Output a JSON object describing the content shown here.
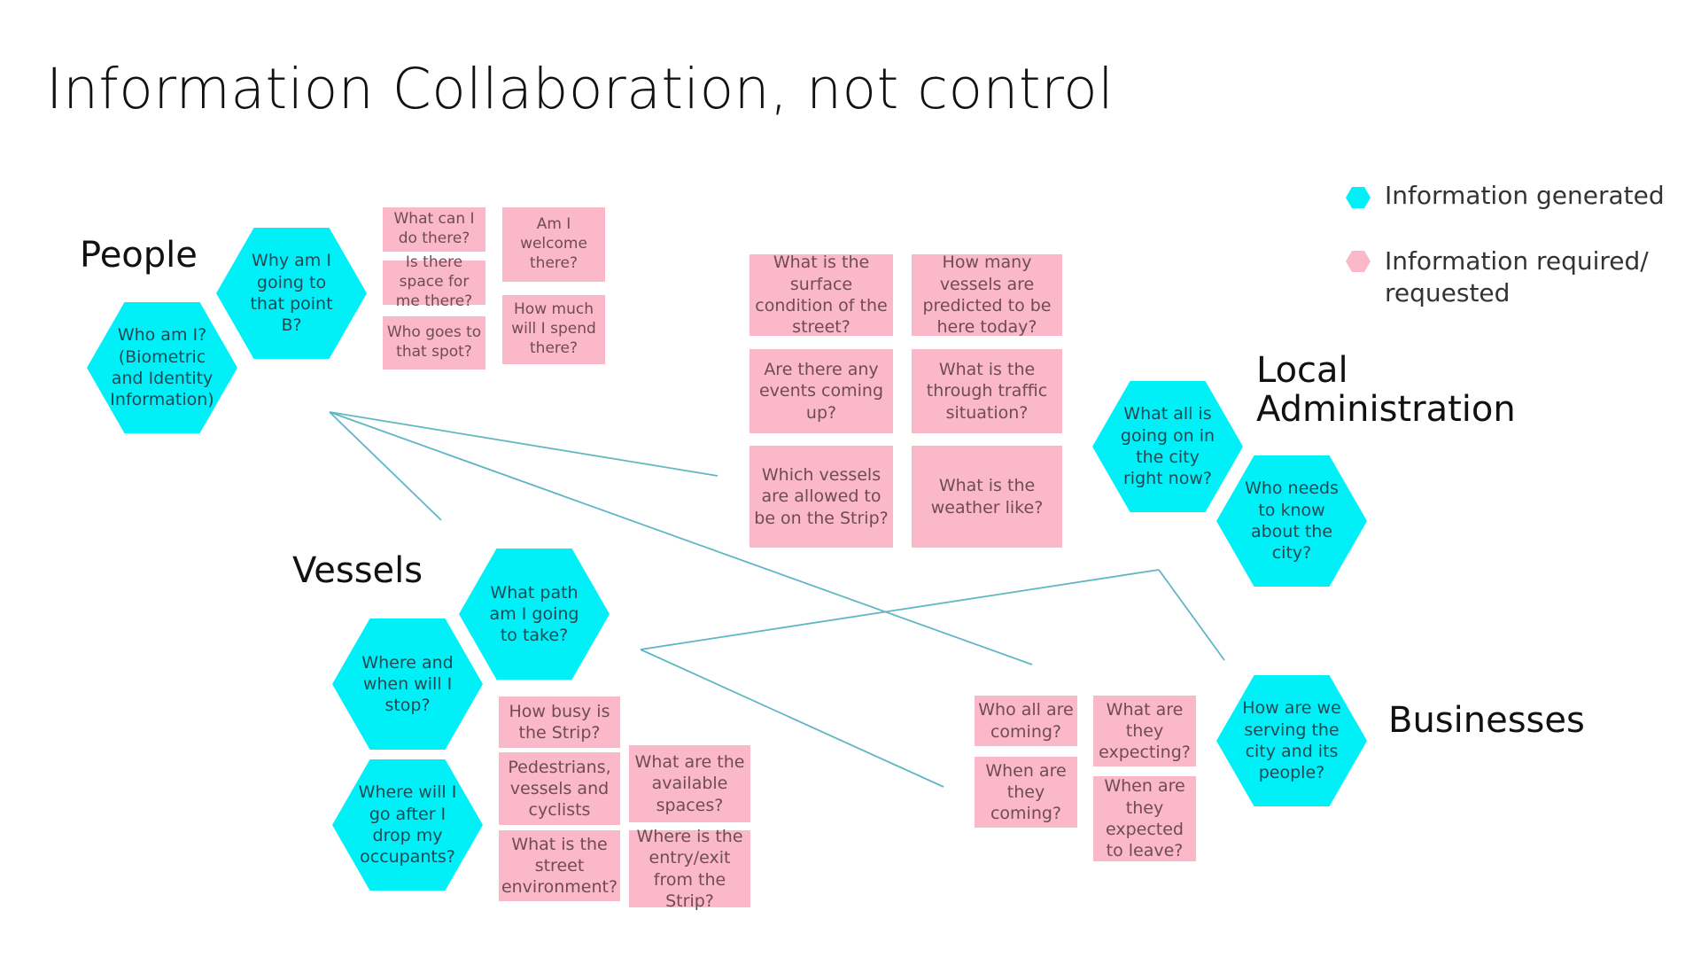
{
  "title": "Information Collaboration, not control",
  "colors": {
    "generated": "#00f0f8",
    "required": "#fbb8c8",
    "connector": "#5fb7c4"
  },
  "legend": {
    "generated_label": "Information generated",
    "required_label_line1": "Information required/",
    "required_label_line2": "requested",
    "generated_icon": "hexagon-icon",
    "required_icon": "hexagon-icon"
  },
  "groups": {
    "people": {
      "label": "People",
      "hexes": [
        "Why am I going to that point B?",
        "Who am I? (Biometric and Identity Information)"
      ],
      "notes": [
        "What can I do there?",
        "Am I welcome there?",
        "Is there space for me there?",
        "How much will I spend there?",
        "Who goes to that spot?"
      ]
    },
    "shared": {
      "notes": [
        "What is the surface condition of the street?",
        "How many vessels are predicted to be here today?",
        "Are there any events coming up?",
        "What is the through traffic situation?",
        "Which vessels are allowed to be on the Strip?",
        "What is the weather like?"
      ]
    },
    "admin": {
      "label_line1": "Local",
      "label_line2": "Administration",
      "hexes": [
        "What all is going on in the city right now?",
        "Who needs to know about the city?"
      ]
    },
    "vessels": {
      "label": "Vessels",
      "hexes": [
        "What path am I going to take?",
        "Where and when will I stop?",
        "Where will I go after I drop my occupants?"
      ],
      "notes": [
        "How busy is the Strip?",
        "Pedestrians, vessels and cyclists",
        "What are the available spaces?",
        "What is the street environment?",
        "Where is the entry/exit from the Strip?"
      ]
    },
    "businesses": {
      "label": "Businesses",
      "hexes": [
        "How are we serving the city and its people?"
      ],
      "notes": [
        "Who all are coming?",
        "What are they expecting?",
        "When are they coming?",
        "When are they expected to leave?"
      ]
    }
  }
}
